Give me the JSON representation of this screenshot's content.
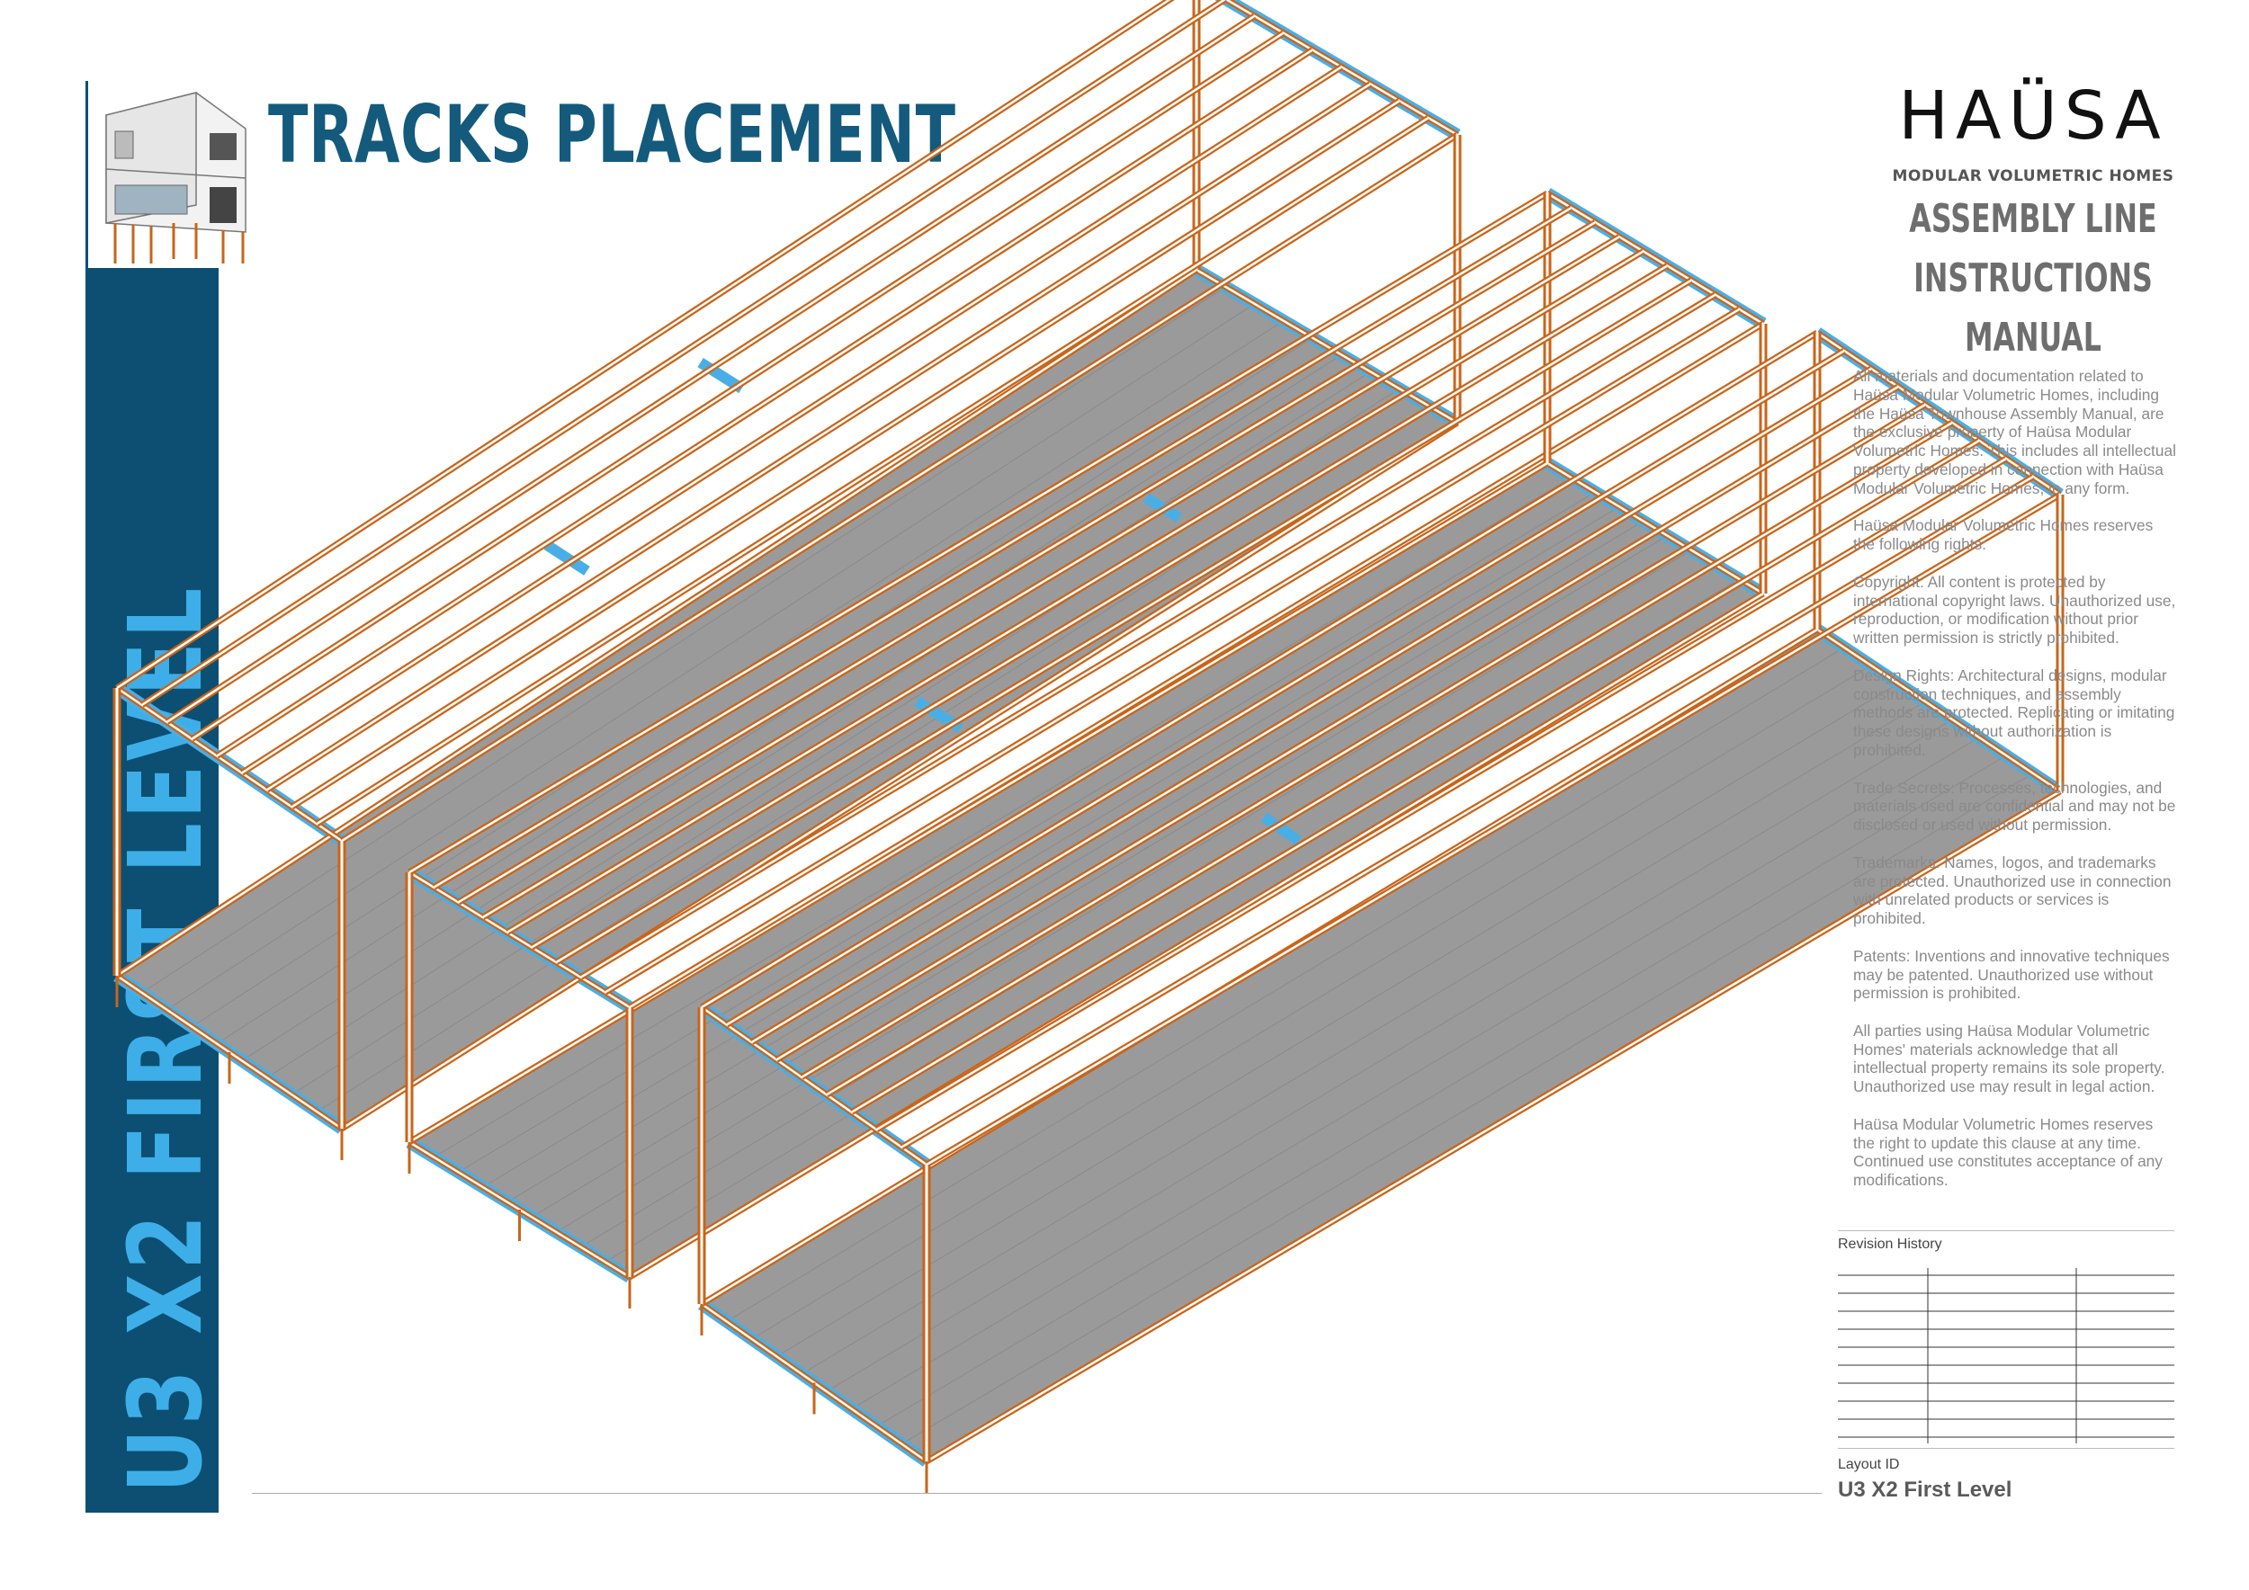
{
  "header": {
    "title": "TRACKS PLACEMENT",
    "vertical_title": "U3 X2 FIRST LEVEL"
  },
  "brand": {
    "name": "HAÜSA",
    "tagline": "MODULAR VOLUMETRIC HOMES",
    "manual_lines": [
      "ASSEMBLY LINE",
      "INSTRUCTIONS",
      "MANUAL"
    ]
  },
  "legal": [
    "All materials and documentation related to Haüsa Modular Volumetric Homes, including the Haüsa Townhouse Assembly Manual, are the exclusive property of Haüsa Modular Volumetric Homes. This includes all intellectual property developed in connection with Haüsa Modular Volumetric Homes, in any form.",
    "Haüsa Modular Volumetric Homes reserves the following rights:",
    "Copyright: All content is protected by international copyright laws. Unauthorized use, reproduction, or modification without prior written permission is strictly prohibited.",
    "Design Rights: Architectural designs, modular construction techniques, and assembly methods are protected. Replicating or imitating these designs without authorization is prohibited.",
    "Trade Secrets: Processes, technologies, and materials used are confidential and may not be disclosed or used without permission.",
    "Trademarks: Names, logos, and trademarks are protected. Unauthorized use in connection with unrelated products or services is prohibited.",
    "Patents: Inventions and innovative techniques may be patented. Unauthorized use without permission is prohibited.",
    "All parties using Haüsa Modular Volumetric Homes' materials acknowledge that all intellectual property remains its sole property. Unauthorized use may result in legal action.",
    "Haüsa Modular Volumetric Homes reserves the right to update this clause at any time. Continued use constitutes acceptance of any modifications."
  ],
  "revision": {
    "label": "Revision History",
    "rows": 9
  },
  "layout": {
    "label": "Layout ID",
    "value": "U3 X2 First Level"
  },
  "colors": {
    "sidebar": "#0c4f72",
    "vertical_title": "#3daee8",
    "title": "#145a7c",
    "frame": "#c8651a",
    "track": "#4aaee6",
    "floor": "#9a9a9a"
  }
}
